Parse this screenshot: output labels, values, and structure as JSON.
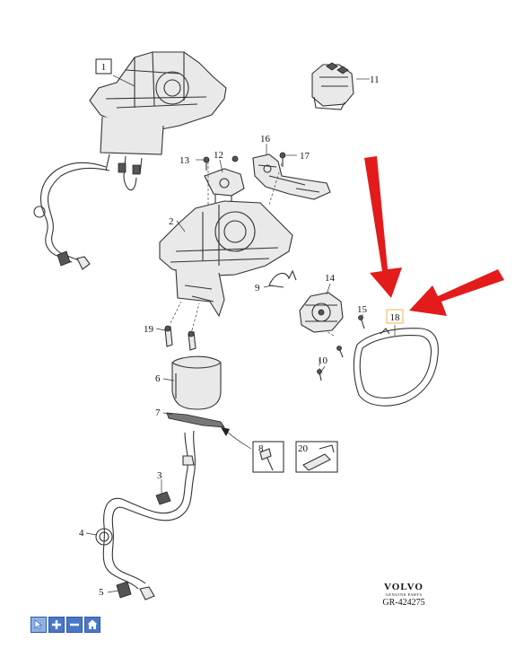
{
  "callouts": [
    {
      "id": "c1",
      "label": "1",
      "boxed": true
    },
    {
      "id": "c2",
      "label": "2"
    },
    {
      "id": "c3",
      "label": "3"
    },
    {
      "id": "c4",
      "label": "4"
    },
    {
      "id": "c5",
      "label": "5"
    },
    {
      "id": "c6",
      "label": "6"
    },
    {
      "id": "c7",
      "label": "7"
    },
    {
      "id": "c8",
      "label": "8",
      "boxed": true
    },
    {
      "id": "c9",
      "label": "9"
    },
    {
      "id": "c10",
      "label": "10"
    },
    {
      "id": "c11",
      "label": "11"
    },
    {
      "id": "c12",
      "label": "12"
    },
    {
      "id": "c13",
      "label": "13"
    },
    {
      "id": "c14",
      "label": "14"
    },
    {
      "id": "c15",
      "label": "15"
    },
    {
      "id": "c16",
      "label": "16"
    },
    {
      "id": "c17",
      "label": "17"
    },
    {
      "id": "c18",
      "label": "18",
      "highlighted": true
    },
    {
      "id": "c19",
      "label": "19"
    },
    {
      "id": "c20",
      "label": "20",
      "boxed": true
    }
  ],
  "brand": {
    "logo": "VOLVO",
    "sub": "GENUINE PARTS",
    "code": "GR-424275"
  },
  "toolbar": {
    "buttons": [
      {
        "name": "pointer-tool-button",
        "icon": "cursor-icon"
      },
      {
        "name": "zoom-in-button",
        "icon": "plus-icon"
      },
      {
        "name": "zoom-out-button",
        "icon": "minus-icon"
      },
      {
        "name": "home-button",
        "icon": "home-icon"
      }
    ]
  },
  "colors": {
    "arrow": "#e31b1b",
    "highlight": "#f0b64a",
    "toolbar": "#4a78c8"
  }
}
